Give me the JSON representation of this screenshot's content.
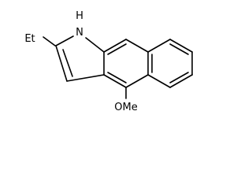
{
  "molecule": {
    "labels": {
      "ethyl": "Et",
      "nh": "H",
      "n": "N",
      "methoxy": "OMe"
    },
    "colors": {
      "bond": "#000000",
      "background": "#ffffff"
    }
  }
}
